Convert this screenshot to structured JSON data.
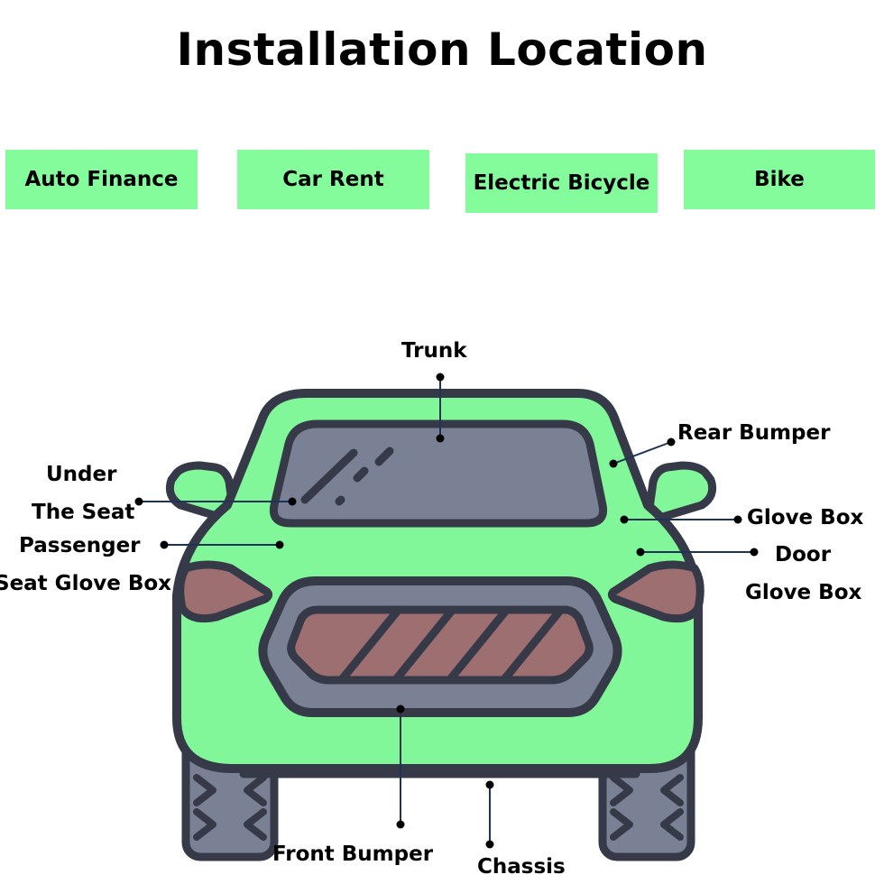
{
  "title": "Installation Location",
  "tabs": [
    {
      "label": "Auto Finance"
    },
    {
      "label": "Car Rent"
    },
    {
      "label": "Electric Bicycle"
    },
    {
      "label": "Bike"
    }
  ],
  "labels": {
    "trunk": "Trunk",
    "rear_bumper": "Rear Bumper",
    "under_the_seat_1": "Under",
    "under_the_seat_2": "The Seat",
    "passenger_1": "Passenger",
    "passenger_2": "Seat Glove Box",
    "glove_box": "Glove Box",
    "door_1": "Door",
    "door_2": "Glove Box",
    "front_bumper": "Front Bumper",
    "chassis": "Chassis"
  },
  "colors": {
    "tab_bg": "#85fc9c",
    "car_body": "#82f79a",
    "outline": "#363a48",
    "glass": "#7a8194",
    "lamp": "#9e6f70",
    "leader": "#1d3357"
  }
}
